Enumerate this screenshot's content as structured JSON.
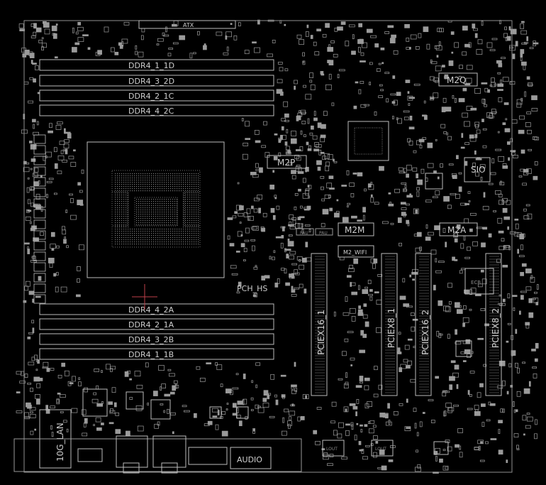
{
  "board": {
    "background": "#000000",
    "line_color": "#bdbdbd",
    "text_color": "#cfcfcf",
    "marker_color": "#c0404a"
  },
  "labels": {
    "atx": "ATX",
    "ddr4_1_1d": "DDR4_1_1D",
    "ddr4_3_2d": "DDR4_3_2D",
    "ddr4_2_1c": "DDR4_2_1C",
    "ddr4_4_2c": "DDR4_4_2C",
    "ddr4_4_2a": "DDR4_4_2A",
    "ddr4_2_1a": "DDR4_2_1A",
    "ddr4_3_2b": "DDR4_3_2B",
    "ddr4_1_1b": "DDR4_1_1B",
    "m2q": "M2Q",
    "m2p": "M2P",
    "m2m": "M2M",
    "m2a": "M2A",
    "m2_wifi": "M2_WIFI",
    "sio": "SIO",
    "pch_hs": "PCH_HS",
    "pciex16_1": "PCIEX16_1",
    "pciex8_1": "PCIEX8_1",
    "pciex16_2": "PCIEX16_2",
    "pciex8_2": "PCIEX8_2",
    "lan_10g": "10G_LAN",
    "audio": "AUDIO",
    "ecb": "ECB",
    "pau": "PAU",
    "lout": "LOUT"
  }
}
